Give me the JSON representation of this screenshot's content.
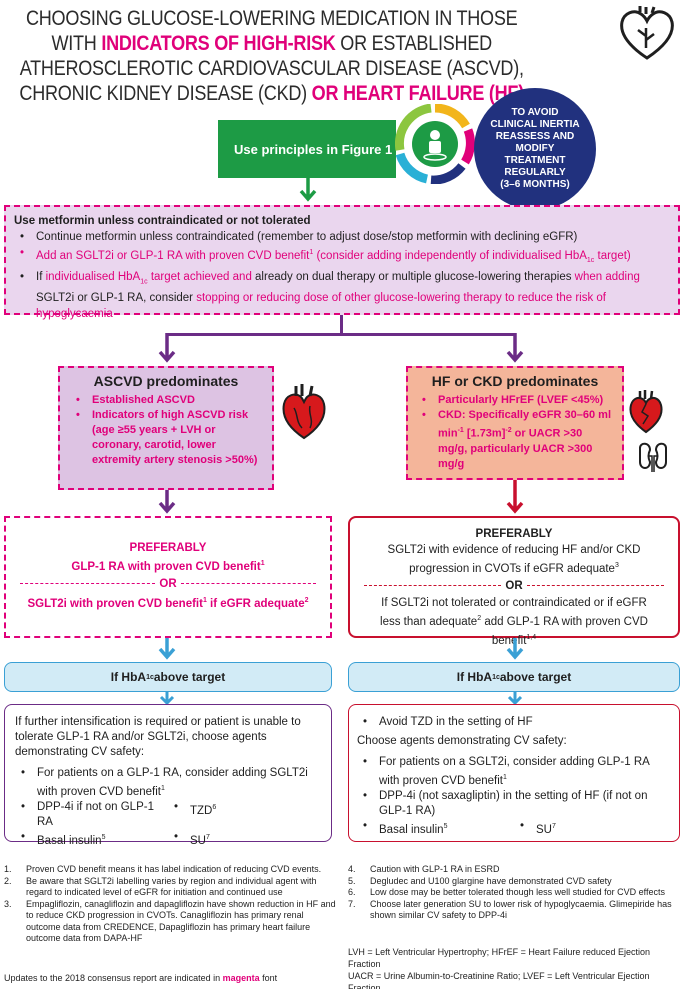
{
  "title": {
    "part1": "CHOOSING GLUCOSE-LOWERING MEDICATION IN THOSE WITH ",
    "highlight1": "INDICATORS OF HIGH-RISK",
    "part2": " OR ESTABLISHED ATHEROSCLEROTIC CARDIOVASCULAR DISEASE (ASCVD), CHRONIC KIDNEY DISEASE (CKD) ",
    "highlight2": "OR HEART FAILURE (HF)"
  },
  "green_box": {
    "label": "Use principles in Figure 1"
  },
  "reassess": {
    "lines": [
      "TO AVOID",
      "CLINICAL INERTIA",
      "REASSESS AND",
      "MODIFY TREATMENT",
      "REGULARLY",
      "(3–6 MONTHS)"
    ]
  },
  "metformin": {
    "heading": "Use metformin unless contraindicated or not tolerated",
    "bullet1": "Continue metformin unless contraindicated (remember to adjust dose/stop metformin with declining eGFR)",
    "bullet2_main": "Add an SGLT2i or GLP-1 RA with proven CVD benefit",
    "bullet2_sup": "1",
    "bullet2_rest": " (consider adding independently of individualised HbA",
    "bullet2_sub": "1c",
    "bullet2_end": " target)",
    "bullet3_a": "If ",
    "bullet3_b": "individualised HbA",
    "bullet3_sub": "1c",
    "bullet3_c": " target achieved and",
    "bullet3_d": " already on dual therapy or multiple glucose-lowering therapies ",
    "bullet3_e": "when adding",
    "bullet3_f": " SGLT2i or GLP-1 RA, consider ",
    "bullet3_g": "stopping or reducing dose of other glucose-lowering therapy to reduce the risk of hypoglycaemia"
  },
  "ascvd": {
    "heading": "ASCVD predominates",
    "items": [
      "Established ASCVD",
      "Indicators of high ASCVD risk (age ≥55 years + LVH or coronary, carotid, lower extremity artery stenosis >50%)"
    ]
  },
  "hf": {
    "heading": "HF or CKD predominates",
    "item1": "Particularly HFrEF (LVEF <45%)",
    "item2_a": "CKD: Specifically eGFR 30–60 ml min",
    "item2_sup1": "-1",
    "item2_b": " [1.73m]",
    "item2_sup2": "-2",
    "item2_c": " or UACR >30 mg/g, particularly UACR >300 mg/g"
  },
  "pref_left": {
    "heading": "PREFERABLY",
    "line1": "GLP-1 RA with proven CVD benefit",
    "line1_sup": "1",
    "or": "OR",
    "line2_a": "SGLT2i with proven CVD benefit",
    "line2_sup1": "1",
    "line2_b": " if eGFR adequate",
    "line2_sup2": "2"
  },
  "pref_right": {
    "heading": "PREFERABLY",
    "line1": "SGLT2i with evidence of reducing HF and/or CKD progression in CVOTs if eGFR adequate",
    "line1_sup": "3",
    "or": "OR",
    "line2_a": "If SGLT2i not tolerated or contraindicated or if eGFR less than adequate",
    "line2_sup1": "2",
    "line2_b": " add GLP-1 RA with proven CVD benefit",
    "line2_sup2": "1,4"
  },
  "hba": {
    "prefix": "If HbA",
    "sub": "1c",
    "suffix": " above target"
  },
  "bottom_left": {
    "intro": "If further intensification is required or patient is unable to tolerate GLP-1 RA and/or SGLT2i, choose agents demonstrating CV safety:",
    "b1": "For patients on a GLP-1 RA, consider adding SGLT2i with proven CVD benefit",
    "b1_sup": "1",
    "b2": "DPP-4i if not on GLP-1 RA",
    "b3": "TZD",
    "b3_sup": "6",
    "b4": "Basal insulin",
    "b4_sup": "5",
    "b5": "SU",
    "b5_sup": "7"
  },
  "bottom_right": {
    "b0": "Avoid TZD in the setting of HF",
    "intro": "Choose agents demonstrating CV safety:",
    "b1": "For patients on a SGLT2i, consider adding GLP-1 RA with proven CVD benefit",
    "b1_sup": "1",
    "b2": "DPP-4i (not saxagliptin) in the setting of HF (if not on GLP-1 RA)",
    "b3": "Basal insulin",
    "b3_sup": "5",
    "b4": "SU",
    "b4_sup": "7"
  },
  "footnotes_left": [
    {
      "n": "1.",
      "t": "Proven CVD benefit means it has label indication of reducing CVD events."
    },
    {
      "n": "2.",
      "t": "Be aware that SGLT2i labelling varies by region and individual agent with regard to indicated level of eGFR for initiation and continued use"
    },
    {
      "n": "3.",
      "t": "Empagliflozin, canagliflozin and dapagliflozin have shown reduction in HF and to reduce CKD progression in CVOTs. Canagliflozin has primary renal outcome data from CREDENCE, Dapagliflozin has primary heart failure outcome data from DAPA-HF"
    }
  ],
  "footnotes_right": [
    {
      "n": "4.",
      "t": "Caution with GLP-1 RA in ESRD"
    },
    {
      "n": "5.",
      "t": "Degludec and U100 glargine have demonstrated CVD safety"
    },
    {
      "n": "6.",
      "t": "Low dose may be better tolerated though less well studied for CVD effects"
    },
    {
      "n": "7.",
      "t": "Choose later generation SU to lower risk of hypoglycaemia. Glimepiride has shown similar CV safety to DPP-4i"
    }
  ],
  "abbreviations": {
    "line1": "LVH = Left Ventricular Hypertrophy; HFrEF = Heart Failure reduced Ejection Fraction",
    "line2": "UACR = Urine Albumin-to-Creatinine Ratio; LVEF = Left Ventricular Ejection Fraction"
  },
  "updates": {
    "a": "Updates to the 2018 consensus report are indicated in ",
    "b": "magenta",
    "c": " font"
  },
  "colors": {
    "magenta": "#e0007a",
    "green": "#1d9b45",
    "navy": "#21317e",
    "purple": "#6b2c86",
    "red": "#c8102e",
    "blue": "#3aa0d5"
  },
  "icons": [
    "heart-outline-icon",
    "cycle-icon",
    "person-icon",
    "heart-red-icon",
    "kidney-icon"
  ]
}
